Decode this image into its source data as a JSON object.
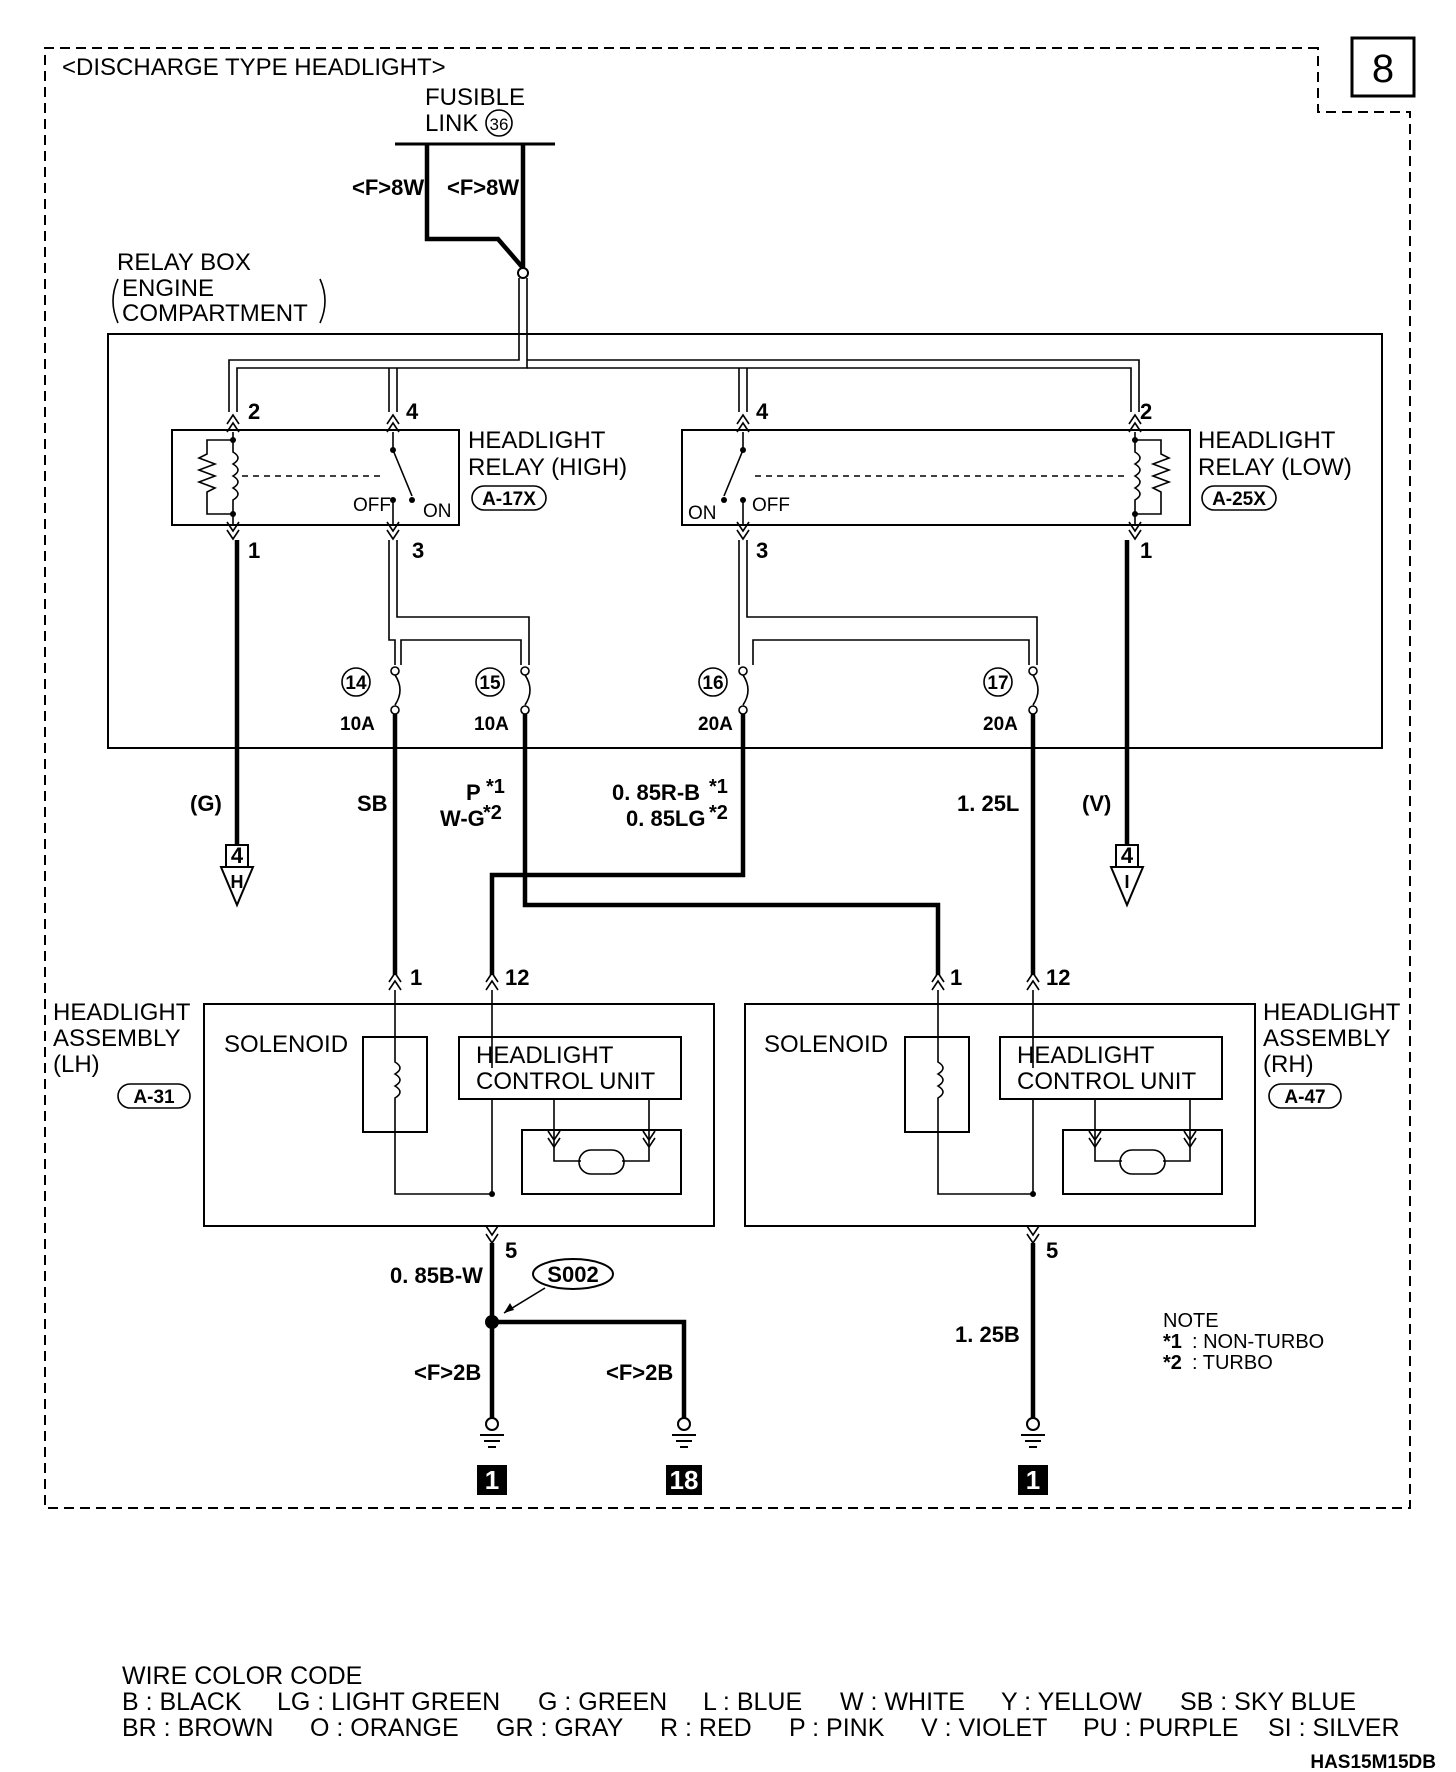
{
  "page_number": "8",
  "section_title": "<DISCHARGE TYPE HEADLIGHT>",
  "fusible_link": {
    "line1": "FUSIBLE",
    "line2": "LINK",
    "number": "36"
  },
  "feed_wires": {
    "left": "<F>8W",
    "right": "<F>8W"
  },
  "relay_box": {
    "line1": "RELAY BOX",
    "line2": "ENGINE",
    "line3": "COMPARTMENT"
  },
  "relay_high": {
    "line1": "HEADLIGHT",
    "line2": "RELAY (HIGH)",
    "connector": "A-17X",
    "off": "OFF",
    "on": "ON",
    "pin_coil_top": "2",
    "pin_switch_top": "4",
    "pin_coil_bottom": "1",
    "pin_switch_bottom": "3"
  },
  "relay_low": {
    "line1": "HEADLIGHT",
    "line2": "RELAY (LOW)",
    "connector": "A-25X",
    "off": "OFF",
    "on": "ON",
    "pin_coil_top": "2",
    "pin_switch_top": "4",
    "pin_coil_bottom": "1",
    "pin_switch_bottom": "3"
  },
  "fuses": [
    {
      "number": "14",
      "rating": "10A"
    },
    {
      "number": "15",
      "rating": "10A"
    },
    {
      "number": "16",
      "rating": "20A"
    },
    {
      "number": "17",
      "rating": "20A"
    }
  ],
  "wire_colors": {
    "g": "(G)",
    "sb": "SB",
    "p_line1": "P",
    "p_mark1": "*1",
    "p_line2": "W-G",
    "p_mark2": "*2",
    "rb_line1": "0. 85R-B",
    "rb_mark1": "*1",
    "rb_line2": "0. 85LG",
    "rb_mark2": "*2",
    "l": "1. 25L",
    "v": "(V)",
    "bw": "0. 85B-W",
    "b125": "1. 25B",
    "f2b_left": "<F>2B",
    "f2b_right": "<F>2B"
  },
  "connections": {
    "left": {
      "number": "4",
      "letter": "H"
    },
    "right": {
      "number": "4",
      "letter": "I"
    }
  },
  "headlight_lh": {
    "line1": "HEADLIGHT",
    "line2": "ASSEMBLY",
    "line3": "(LH)",
    "connector": "A-31",
    "solenoid": "SOLENOID",
    "unit_line1": "HEADLIGHT",
    "unit_line2": "CONTROL UNIT",
    "pin_a": "1",
    "pin_b": "12",
    "pin_ground": "5"
  },
  "headlight_rh": {
    "line1": "HEADLIGHT",
    "line2": "ASSEMBLY",
    "line3": "(RH)",
    "connector": "A-47",
    "solenoid": "SOLENOID",
    "unit_line1": "HEADLIGHT",
    "unit_line2": "CONTROL UNIT",
    "pin_a": "1",
    "pin_b": "12",
    "pin_ground": "5"
  },
  "splice": "S002",
  "grounds": [
    "1",
    "18",
    "1"
  ],
  "note": {
    "title": "NOTE",
    "mark1": "*1",
    "item1": ": NON-TURBO",
    "mark2": "*2",
    "item2": ": TURBO"
  },
  "wire_color_code": {
    "title": "WIRE COLOR CODE",
    "row1": [
      "B : BLACK",
      "LG : LIGHT GREEN",
      "G : GREEN",
      "L : BLUE",
      "W : WHITE",
      "Y : YELLOW",
      "SB : SKY BLUE"
    ],
    "row2": [
      "BR : BROWN",
      "O : ORANGE",
      "GR : GRAY",
      "R : RED",
      "P : PINK",
      "V : VIOLET",
      "PU : PURPLE",
      "SI : SILVER"
    ]
  },
  "figure_code": "HAS15M15DB"
}
